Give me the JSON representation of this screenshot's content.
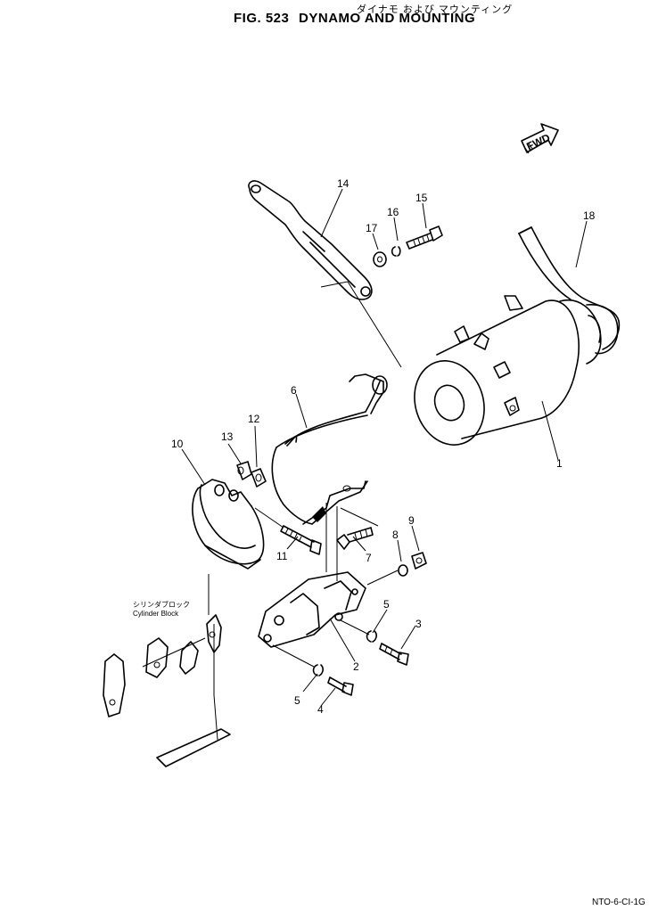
{
  "header": {
    "title_jp": "ダイナモ および マウンティング",
    "fig_number": "FIG. 523",
    "title_en": "DYNAMO AND MOUNTING"
  },
  "fwd_label": "FWD",
  "cylinder_block": {
    "label_jp": "シリンダブロック",
    "label_en": "Cylinder Block"
  },
  "callouts": [
    "1",
    "2",
    "3",
    "4",
    "5",
    "5",
    "6",
    "7",
    "8",
    "9",
    "10",
    "11",
    "12",
    "13",
    "14",
    "15",
    "16",
    "17",
    "18"
  ],
  "footer": {
    "ref_code": "NTO-6-CI-1G"
  }
}
